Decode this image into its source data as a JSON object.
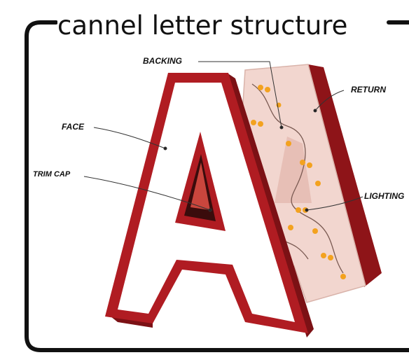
{
  "title": "cannel letter structure",
  "callouts": {
    "backing": "BACKING",
    "face": "FACE",
    "return": "RETURN",
    "trim_cap": "TRIM CAP",
    "lighting": "LIGHTING"
  },
  "colors": {
    "frame": "#111111",
    "trim_red": "#b01c22",
    "return_red": "#8e1418",
    "backing_pink": "#f2d6cf",
    "led_amber": "#f3a21f",
    "face_white": "#ffffff"
  }
}
